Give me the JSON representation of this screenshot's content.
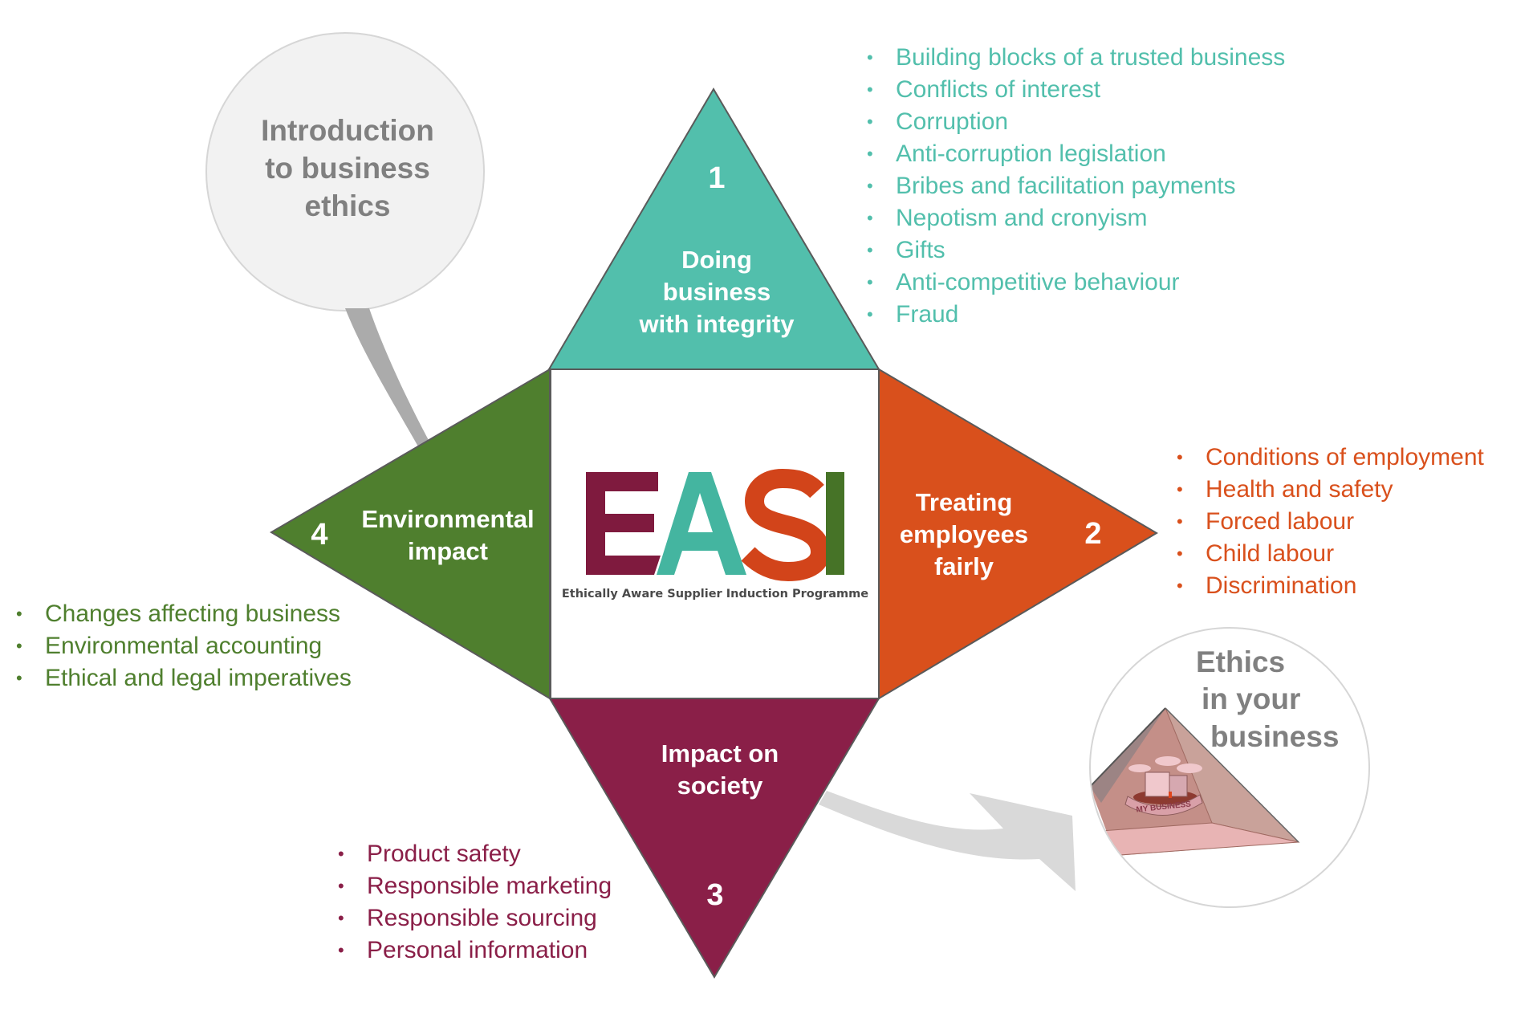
{
  "center": {
    "logo_letters": [
      "E",
      "A",
      "S",
      "I"
    ],
    "logo_subtitle": "Ethically Aware Supplier Induction Programme"
  },
  "colors": {
    "teal": "#52bfac",
    "orange": "#d9501c",
    "green": "#4f7f2e",
    "maroon": "#8a1f48",
    "logo_e": "#7f1a3e",
    "logo_a": "#44b5a0",
    "logo_s": "#d2441a",
    "logo_i": "#467327",
    "circle_text": "#808080",
    "connector": "#ababab",
    "arrow": "#d9d9d9"
  },
  "intro_circle": {
    "lines": [
      "Introduction",
      "to business",
      "ethics"
    ]
  },
  "ethics_circle": {
    "lines": [
      "Ethics",
      "in your",
      "business"
    ],
    "banner": "MY BUSINESS"
  },
  "sections": [
    {
      "number": "1",
      "title_lines": [
        "Doing",
        "business",
        "with integrity"
      ],
      "items": [
        "Building blocks of a trusted business",
        "Conflicts of interest",
        "Corruption",
        "Anti-corruption legislation",
        "Bribes and facilitation payments",
        "Nepotism and cronyism",
        "Gifts",
        "Anti-competitive behaviour",
        "Fraud"
      ]
    },
    {
      "number": "2",
      "title_lines": [
        "Treating",
        "employees",
        "fairly"
      ],
      "items": [
        "Conditions of employment",
        "Health and safety",
        "Forced labour",
        "Child labour",
        "Discrimination"
      ]
    },
    {
      "number": "3",
      "title_lines": [
        "Impact on",
        "society"
      ],
      "items": [
        "Product safety",
        "Responsible marketing",
        "Responsible sourcing",
        "Personal information"
      ]
    },
    {
      "number": "4",
      "title_lines": [
        "Environmental",
        "impact"
      ],
      "items": [
        "Changes affecting business",
        "Environmental accounting",
        "Ethical and legal imperatives"
      ]
    }
  ],
  "bullet_char": "•"
}
